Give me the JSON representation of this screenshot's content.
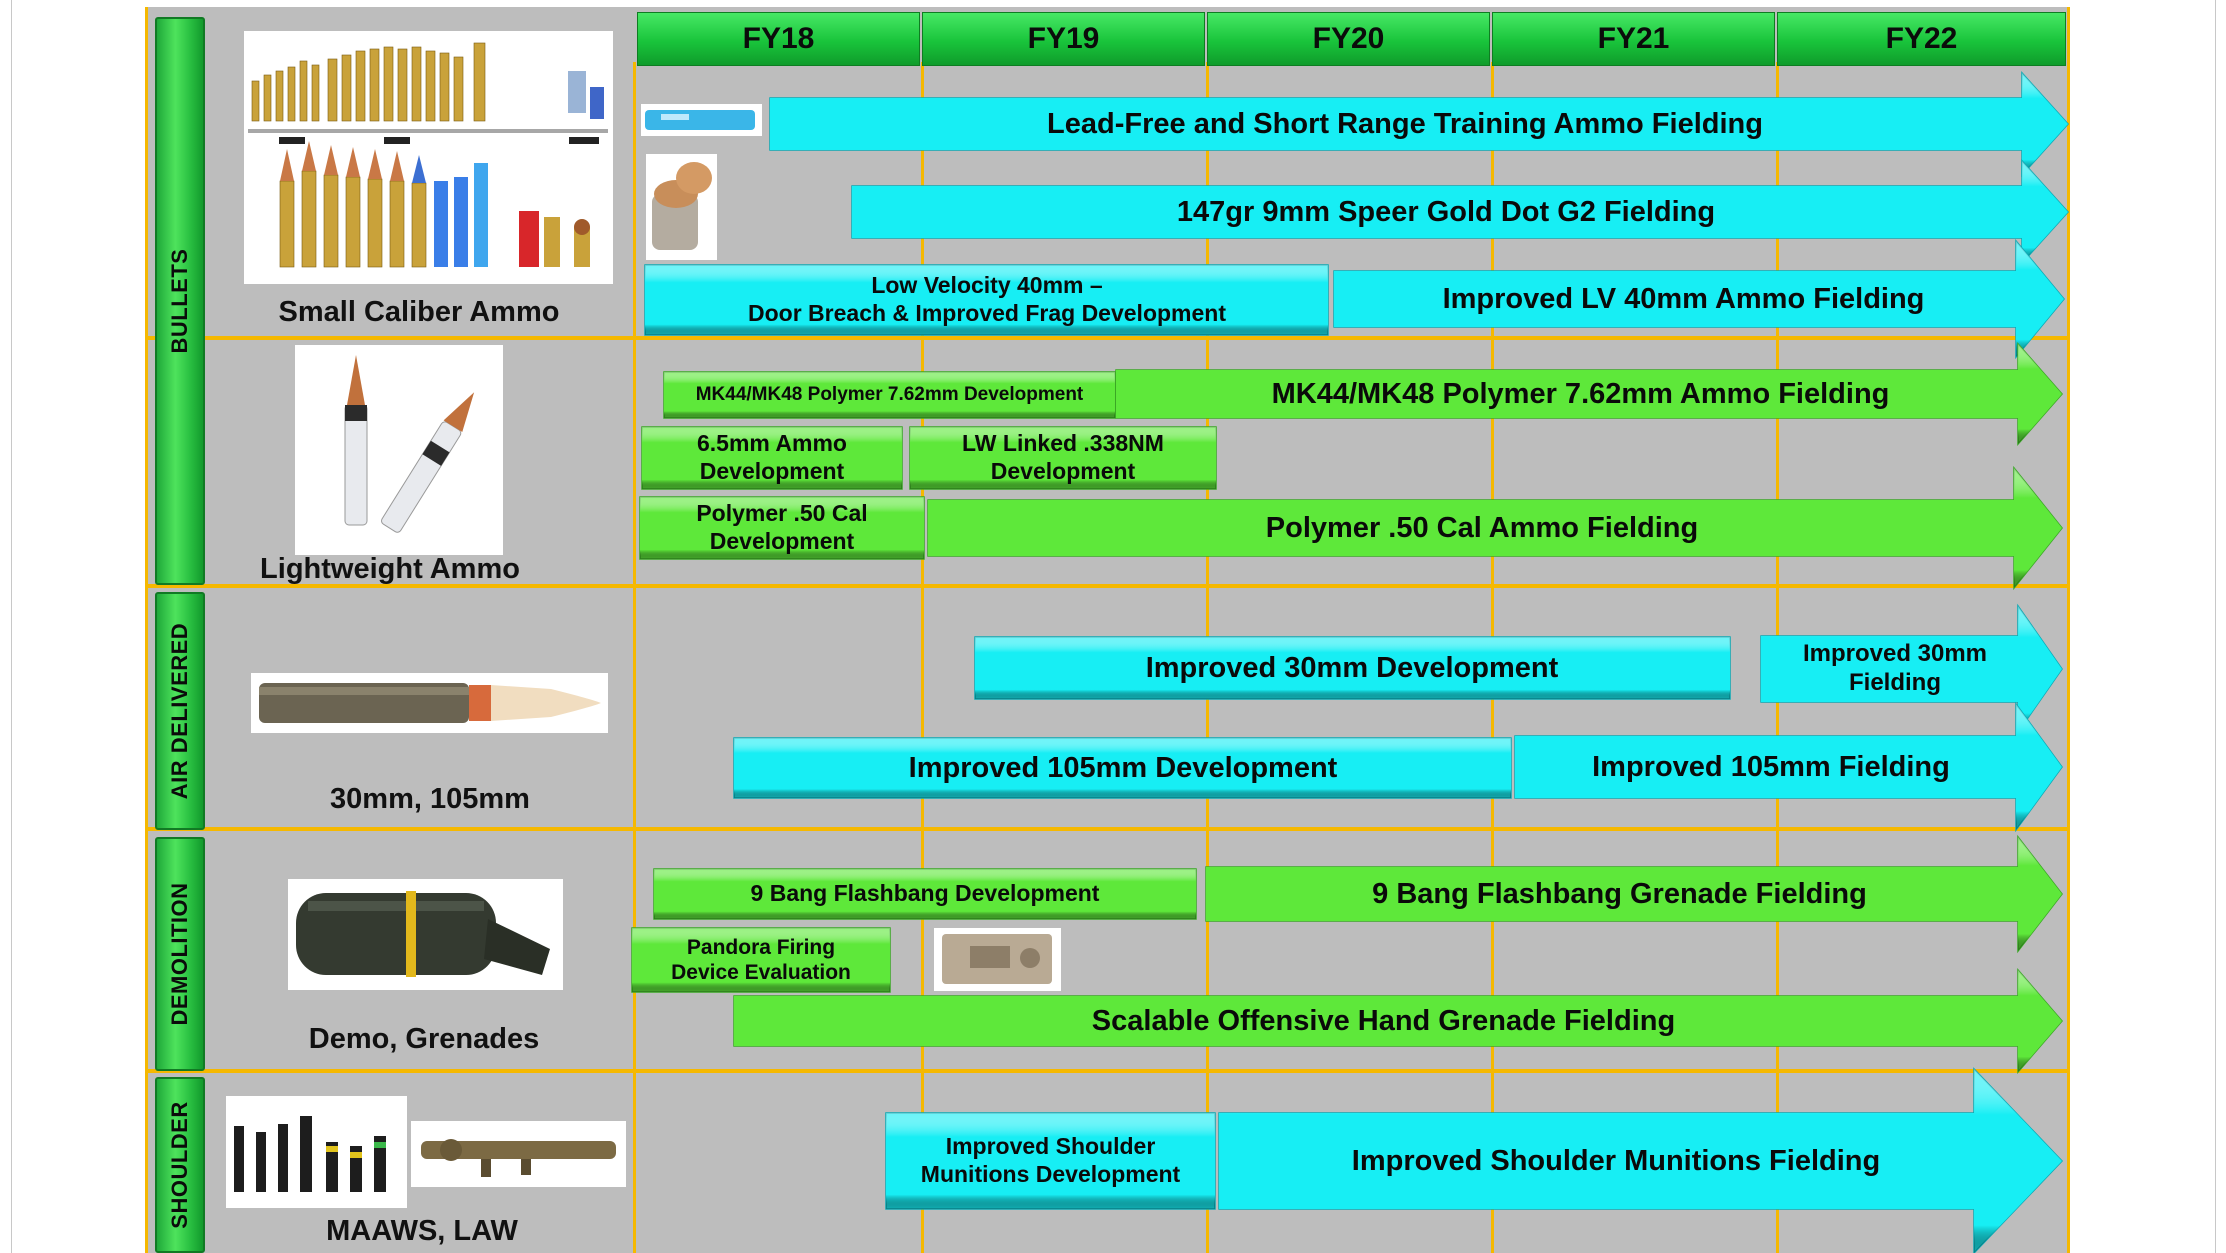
{
  "years": [
    "FY18",
    "FY19",
    "FY20",
    "FY21",
    "FY22"
  ],
  "categories": {
    "bullets": "BULLETS",
    "air_delivered": "AIR DELIVERED",
    "demolition": "DEMOLITION",
    "shoulder": "SHOULDER"
  },
  "items": {
    "small_caliber": "Small Caliber Ammo",
    "lightweight": "Lightweight Ammo",
    "air": "30mm, 105mm",
    "demo": "Demo, Grenades",
    "shoulder": "MAAWS, LAW"
  },
  "arrows": {
    "lead_free": "Lead-Free and Short Range Training Ammo Fielding",
    "speer": "147gr 9mm Speer Gold Dot G2 Fielding",
    "lv40_dev_1": "Low Velocity 40mm –",
    "lv40_dev_2": "Door Breach & Improved Frag Development",
    "lv40_field": "Improved LV 40mm Ammo Fielding",
    "mk44_dev": "MK44/MK48 Polymer 7.62mm Development",
    "mk44_field": "MK44/MK48 Polymer 7.62mm Ammo Fielding",
    "mm65_dev_1": "6.5mm Ammo",
    "mm65_dev_2": "Development",
    "lw338_dev_1": "LW Linked .338NM",
    "lw338_dev_2": "Development",
    "cal50_dev_1": "Polymer .50 Cal",
    "cal50_dev_2": "Development",
    "cal50_field": "Polymer .50 Cal Ammo Fielding",
    "mm30_dev": "Improved 30mm Development",
    "mm30_field_1": "Improved 30mm",
    "mm30_field_2": "Fielding",
    "mm105_dev": "Improved 105mm Development",
    "mm105_field": "Improved 105mm Fielding",
    "bang_dev": "9 Bang Flashbang Development",
    "bang_field": "9 Bang Flashbang Grenade Fielding",
    "pandora_1": "Pandora Firing",
    "pandora_2": "Device Evaluation",
    "soh_field": "Scalable Offensive Hand Grenade Fielding",
    "shoulder_dev_1": "Improved Shoulder",
    "shoulder_dev_2": "Munitions Development",
    "shoulder_field": "Improved Shoulder Munitions Fielding"
  },
  "colors": {
    "cyan": "#17eef4",
    "green": "#5ee83a",
    "grid_line": "#f5b800",
    "background": "#bdbdbd"
  }
}
